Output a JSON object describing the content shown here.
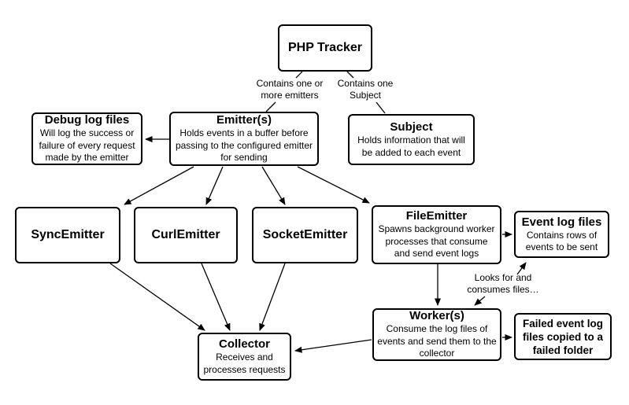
{
  "nodes": {
    "php_tracker": {
      "title": "PHP Tracker"
    },
    "debug_log_files": {
      "title": "Debug log files",
      "desc": "Will log the success or\nfailure of every request\nmade by the emitter"
    },
    "emitters": {
      "title": "Emitter(s)",
      "desc": "Holds events in a buffer before\npassing to the configured emitter\nfor sending"
    },
    "subject": {
      "title": "Subject",
      "desc": "Holds information that will\nbe added to each event"
    },
    "sync_emitter": {
      "title": "SyncEmitter"
    },
    "curl_emitter": {
      "title": "CurlEmitter"
    },
    "socket_emitter": {
      "title": "SocketEmitter"
    },
    "file_emitter": {
      "title": "FileEmitter",
      "desc": "Spawns background worker\nprocesses that consume\nand send event logs"
    },
    "event_log_files": {
      "title": "Event log files",
      "desc": "Contains rows of\nevents to be sent"
    },
    "workers": {
      "title": "Worker(s)",
      "desc": "Consume the log files of\nevents and send them to the\ncollector"
    },
    "failed_event_log_files": {
      "title": "Failed event log\nfiles copied to a\nfailed folder"
    },
    "collector": {
      "title": "Collector",
      "desc": "Receives and\nprocesses requests"
    }
  },
  "edge_labels": {
    "contains_emitters": "Contains one or\nmore emitters",
    "contains_subject": "Contains one\nSubject",
    "looks_for_consumes": "Looks for and\nconsumes files…"
  },
  "colors": {
    "ink": "#000000",
    "background": "#ffffff"
  }
}
